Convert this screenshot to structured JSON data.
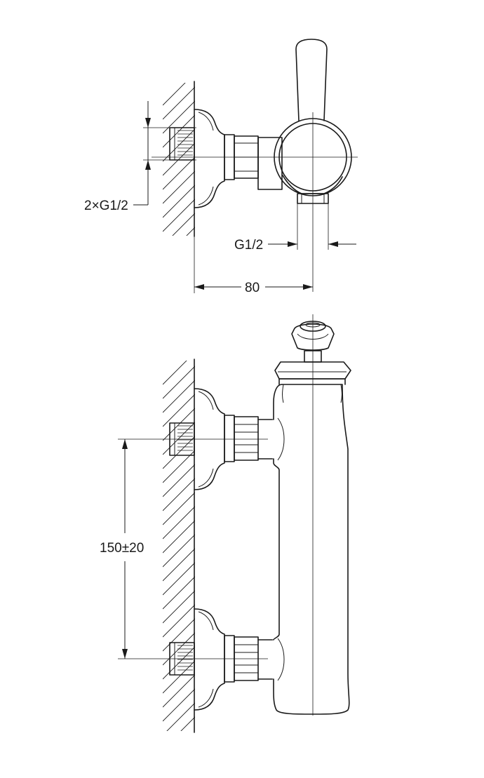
{
  "top_view": {
    "label_inlet": "2×G1/2",
    "label_outlet": "G1/2",
    "label_depth": "80"
  },
  "front_view": {
    "label_spacing": "150±20"
  }
}
